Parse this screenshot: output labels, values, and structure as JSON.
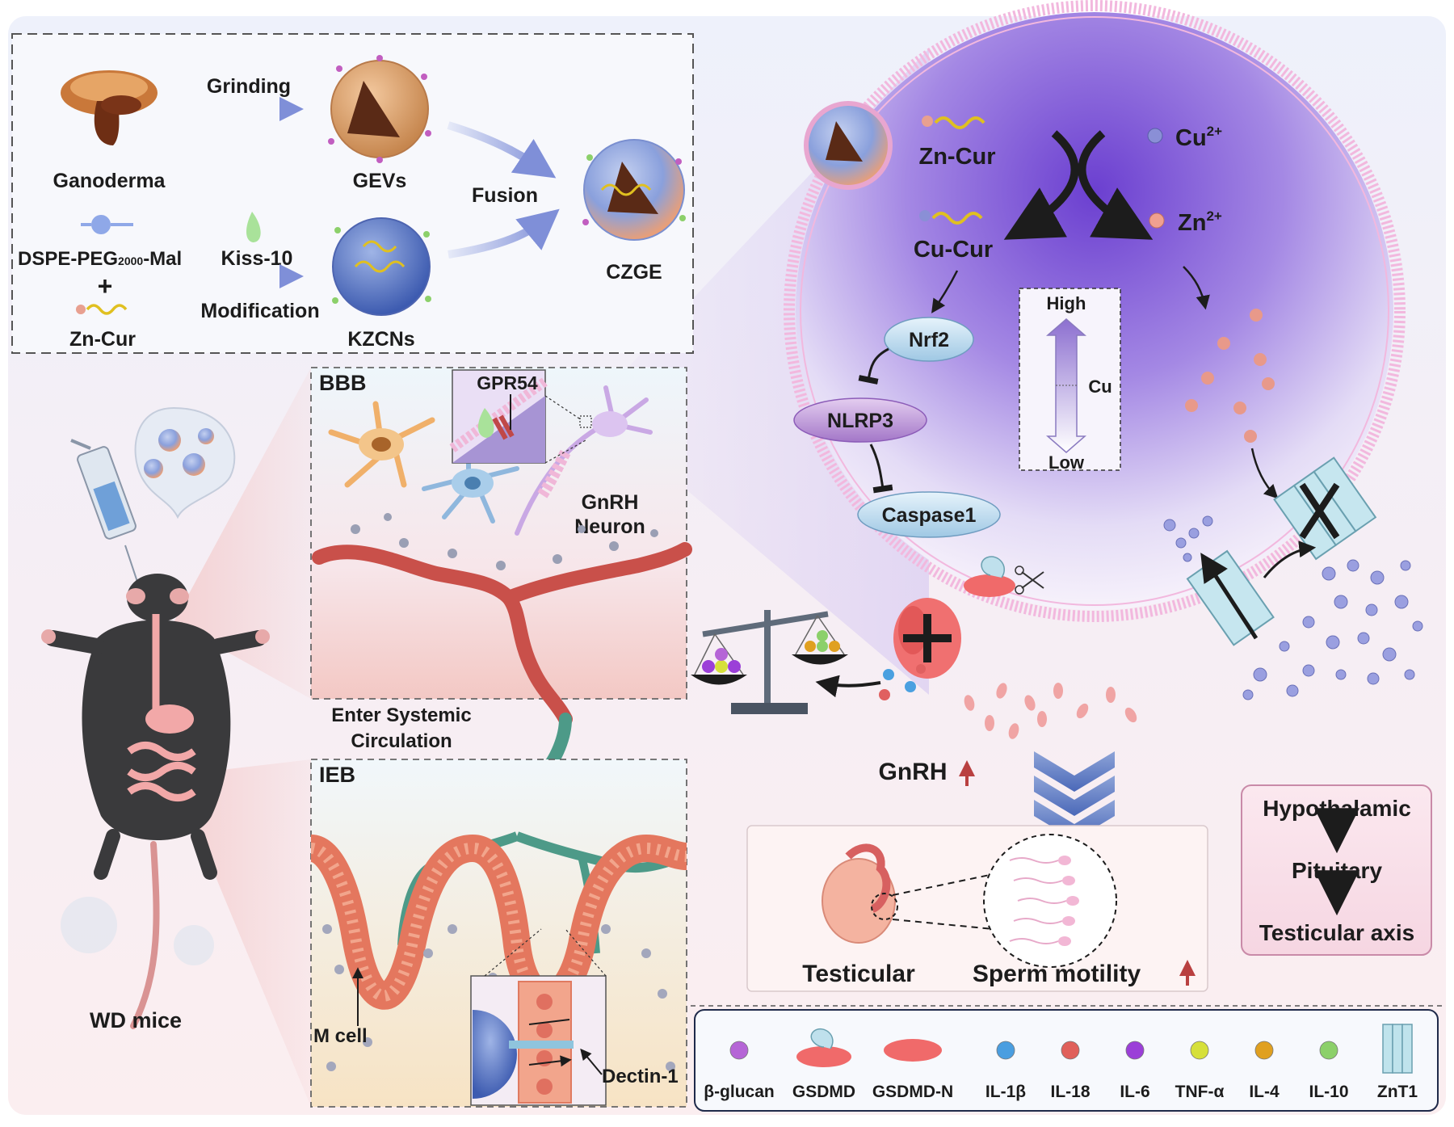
{
  "synthesis": {
    "ganoderma": "Ganoderma",
    "grinding": "Grinding",
    "gevs": "GEVs",
    "fusion": "Fusion",
    "czge": "CZGE",
    "dspe": "DSPE-PEG",
    "dspe_sub": "2000",
    "dspe_suffix": "-Mal",
    "kiss": "Kiss-10",
    "plus": "+",
    "zn_cur": "Zn-Cur",
    "modification": "Modification",
    "kzcns": "KZCNs"
  },
  "bbb": {
    "title": "BBB",
    "gpr54": "GPR54",
    "gnrh": "GnRH",
    "neuron": "Neuron",
    "enter1": "Enter Systemic",
    "enter2": "Circulation"
  },
  "ieb": {
    "title": "IEB",
    "m_cell": "M cell",
    "dectin": "Dectin-1"
  },
  "mouse": {
    "label": "WD mice"
  },
  "cell": {
    "zn_cur": "Zn-Cur",
    "cu_ion": "Cu",
    "cu_charge": "2+",
    "zn_ion": "Zn",
    "zn_charge": "2+",
    "cu_cur": "Cu-Cur",
    "nrf2": "Nrf2",
    "nlrp3": "NLRP3",
    "caspase": "Caspase1",
    "gauge_high": "High",
    "gauge_cu": "Cu",
    "gauge_low": "Low"
  },
  "outcome": {
    "gnrh": "GnRH",
    "testicular": "Testicular",
    "sperm": "Sperm motility",
    "axis1": "Hypothalamic",
    "axis2": "Pituitary",
    "axis3": "Testicular axis"
  },
  "legend": {
    "items": [
      {
        "label": "β-glucan",
        "icon": "beta-glucan-icon",
        "color": "#b565d6"
      },
      {
        "label": "GSDMD",
        "icon": "gsdmd-icon",
        "color": "#f06a6a"
      },
      {
        "label": "GSDMD-N",
        "icon": "gsdmd-n-icon",
        "color": "#f06a6a"
      },
      {
        "label": "IL-1β",
        "icon": "il1b-icon",
        "color": "#4a9ee0"
      },
      {
        "label": "IL-18",
        "icon": "il18-icon",
        "color": "#e0605a"
      },
      {
        "label": "IL-6",
        "icon": "il6-icon",
        "color": "#9b3fd8"
      },
      {
        "label": "TNF-α",
        "icon": "tnfa-icon",
        "color": "#d6e03a"
      },
      {
        "label": "IL-4",
        "icon": "il4-icon",
        "color": "#e0a020"
      },
      {
        "label": "IL-10",
        "icon": "il10-icon",
        "color": "#8cd06a"
      },
      {
        "label": "ZnT1",
        "icon": "znt1-icon",
        "color": "#bfe3ec"
      }
    ]
  },
  "colors": {
    "cell_purple": "#7a52d8",
    "membrane": "#f2b8de",
    "vessel_red": "#c9504a",
    "vessel_green": "#4d9a88",
    "villus": "#e4775e"
  }
}
